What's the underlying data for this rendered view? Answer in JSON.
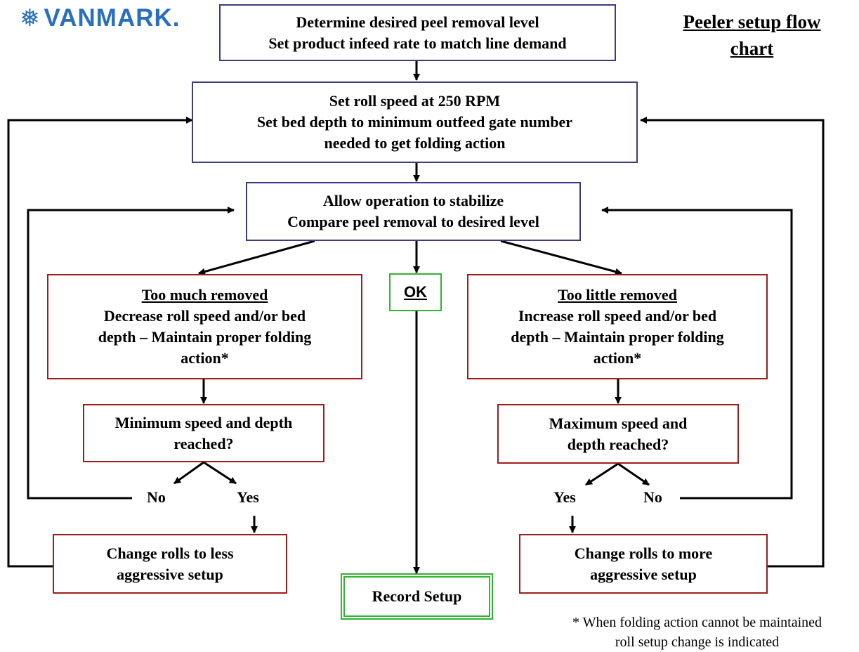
{
  "logo": {
    "icon": "snowflake-icon",
    "text": "VANMARK."
  },
  "title": "Peeler setup flow chart",
  "nodes": {
    "start": [
      "Determine desired peel removal level",
      "Set product  infeed rate to match line demand"
    ],
    "setup": [
      "Set roll speed at 250 RPM",
      "Set bed depth to minimum  outfeed gate number",
      "needed to get folding   action"
    ],
    "stabilize": [
      "Allow operation to stabilize",
      "Compare  peel removal to desired level"
    ],
    "too_much": {
      "heading": "Too much  removed",
      "lines": [
        "Decrease roll speed and/or bed",
        "depth – Maintain  proper folding",
        "action*"
      ]
    },
    "ok": "OK",
    "too_little": {
      "heading": "Too little removed",
      "lines": [
        "Increase roll speed and/or bed",
        "depth – Maintain  proper  folding",
        "action*"
      ]
    },
    "min_reached": [
      "Minimum  speed and depth",
      "reached?"
    ],
    "max_reached": [
      "Maximum  speed and",
      "depth reached?"
    ],
    "less_aggressive": [
      "Change rolls to less",
      "aggressive setup"
    ],
    "record": "Record Setup",
    "more_aggressive": [
      "Change rolls to more",
      "aggressive setup"
    ]
  },
  "labels": {
    "left_no": "No",
    "left_yes": "Yes",
    "right_yes": "Yes",
    "right_no": "No"
  },
  "footnote": [
    "* When folding action cannot be maintained",
    "roll setup change is indicated"
  ]
}
